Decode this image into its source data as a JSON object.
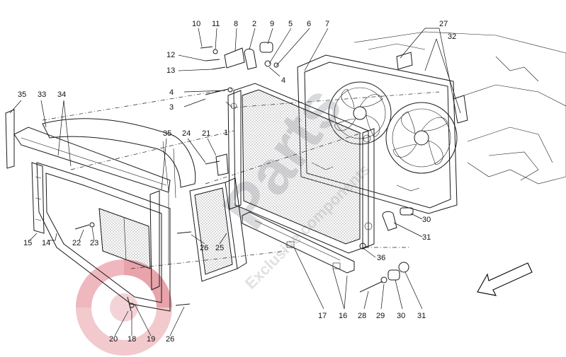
{
  "watermark": {
    "brand": "Parts",
    "tagline": "Exclusive components",
    "brand_color": "#e3a0a8",
    "text_color": "#d9dadd"
  },
  "callouts": {
    "c1": "1",
    "c2": "2",
    "c3": "3",
    "c4a": "4",
    "c4b": "4",
    "c5": "5",
    "c6": "6",
    "c7": "7",
    "c8": "8",
    "c9": "9",
    "c10": "10",
    "c11": "11",
    "c12": "12",
    "c13": "13",
    "c14": "14",
    "c15": "15",
    "c16": "16",
    "c17": "17",
    "c18": "18",
    "c19": "19",
    "c20": "20",
    "c21": "21",
    "c22": "22",
    "c23": "23",
    "c24": "24",
    "c25": "25",
    "c26a": "26",
    "c26b": "26",
    "c27": "27",
    "c28": "28",
    "c29": "29",
    "c30a": "30",
    "c30b": "30",
    "c31a": "31",
    "c31b": "31",
    "c32": "32",
    "c33": "33",
    "c34": "34",
    "c35a": "35",
    "c35b": "35",
    "c36": "36"
  },
  "direction_arrow": "front-direction-arrow"
}
